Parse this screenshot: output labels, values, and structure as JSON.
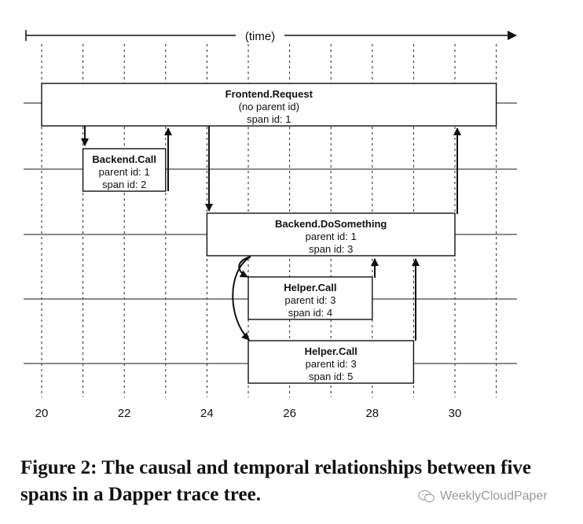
{
  "time_label": "(time)",
  "ticks": [
    {
      "value": 20,
      "label": "20"
    },
    {
      "value": 22,
      "label": "22"
    },
    {
      "value": 24,
      "label": "24"
    },
    {
      "value": 26,
      "label": "26"
    },
    {
      "value": 28,
      "label": "28"
    },
    {
      "value": 30,
      "label": "30"
    }
  ],
  "spans": [
    {
      "name": "Frontend.Request",
      "parent": "(no parent id)",
      "span": "span id: 1",
      "start": 20,
      "end": 31
    },
    {
      "name": "Backend.Call",
      "parent": "parent id: 1",
      "span": "span id: 2",
      "start": 21,
      "end": 23
    },
    {
      "name": "Backend.DoSomething",
      "parent": "parent id: 1",
      "span": "span id: 3",
      "start": 24,
      "end": 30
    },
    {
      "name": "Helper.Call",
      "parent": "parent id: 3",
      "span": "span id: 4",
      "start": 25,
      "end": 28
    },
    {
      "name": "Helper.Call",
      "parent": "parent id: 3",
      "span": "span id: 5",
      "start": 25,
      "end": 29
    }
  ],
  "caption": "Figure 2: The causal and temporal relationships between five spans in a Dapper trace tree.",
  "watermark": "WeeklyCloudPaper"
}
